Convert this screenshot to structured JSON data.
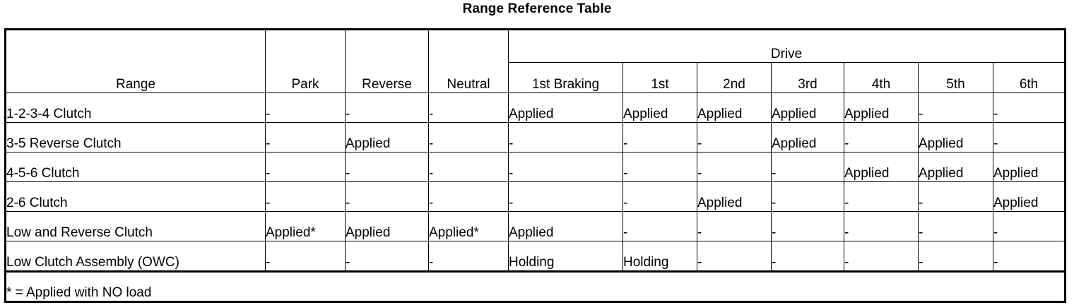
{
  "title": "Range Reference Table",
  "table": {
    "range_header": "Range",
    "simple_columns": [
      "Park",
      "Reverse",
      "Neutral"
    ],
    "drive_group_label": "Drive",
    "drive_columns": [
      "1st Braking",
      "1st",
      "2nd",
      "3rd",
      "4th",
      "5th",
      "6th"
    ],
    "rows": [
      {
        "label": "1-2-3-4 Clutch",
        "cells": [
          "-",
          "-",
          "-",
          "Applied",
          "Applied",
          "Applied",
          "Applied",
          "Applied",
          "-",
          "-"
        ]
      },
      {
        "label": "3-5 Reverse Clutch",
        "cells": [
          "-",
          "Applied",
          "-",
          "-",
          "-",
          "-",
          "Applied",
          "-",
          "Applied",
          "-"
        ]
      },
      {
        "label": "4-5-6 Clutch",
        "cells": [
          "-",
          "-",
          "-",
          "-",
          "-",
          "-",
          "-",
          "Applied",
          "Applied",
          "Applied"
        ]
      },
      {
        "label": "2-6 Clutch",
        "cells": [
          "-",
          "-",
          "-",
          "-",
          "-",
          "Applied",
          "-",
          "-",
          "-",
          "Applied"
        ]
      },
      {
        "label": "Low and Reverse Clutch",
        "cells": [
          "Applied*",
          "Applied",
          "Applied*",
          "Applied",
          "-",
          "-",
          "-",
          "-",
          "-",
          "-"
        ]
      },
      {
        "label": "Low Clutch Assembly (OWC)",
        "cells": [
          "-",
          "-",
          "-",
          "Holding",
          "Holding",
          "-",
          "-",
          "-",
          "-",
          "-"
        ]
      }
    ],
    "footnote": "* = Applied with NO load"
  }
}
